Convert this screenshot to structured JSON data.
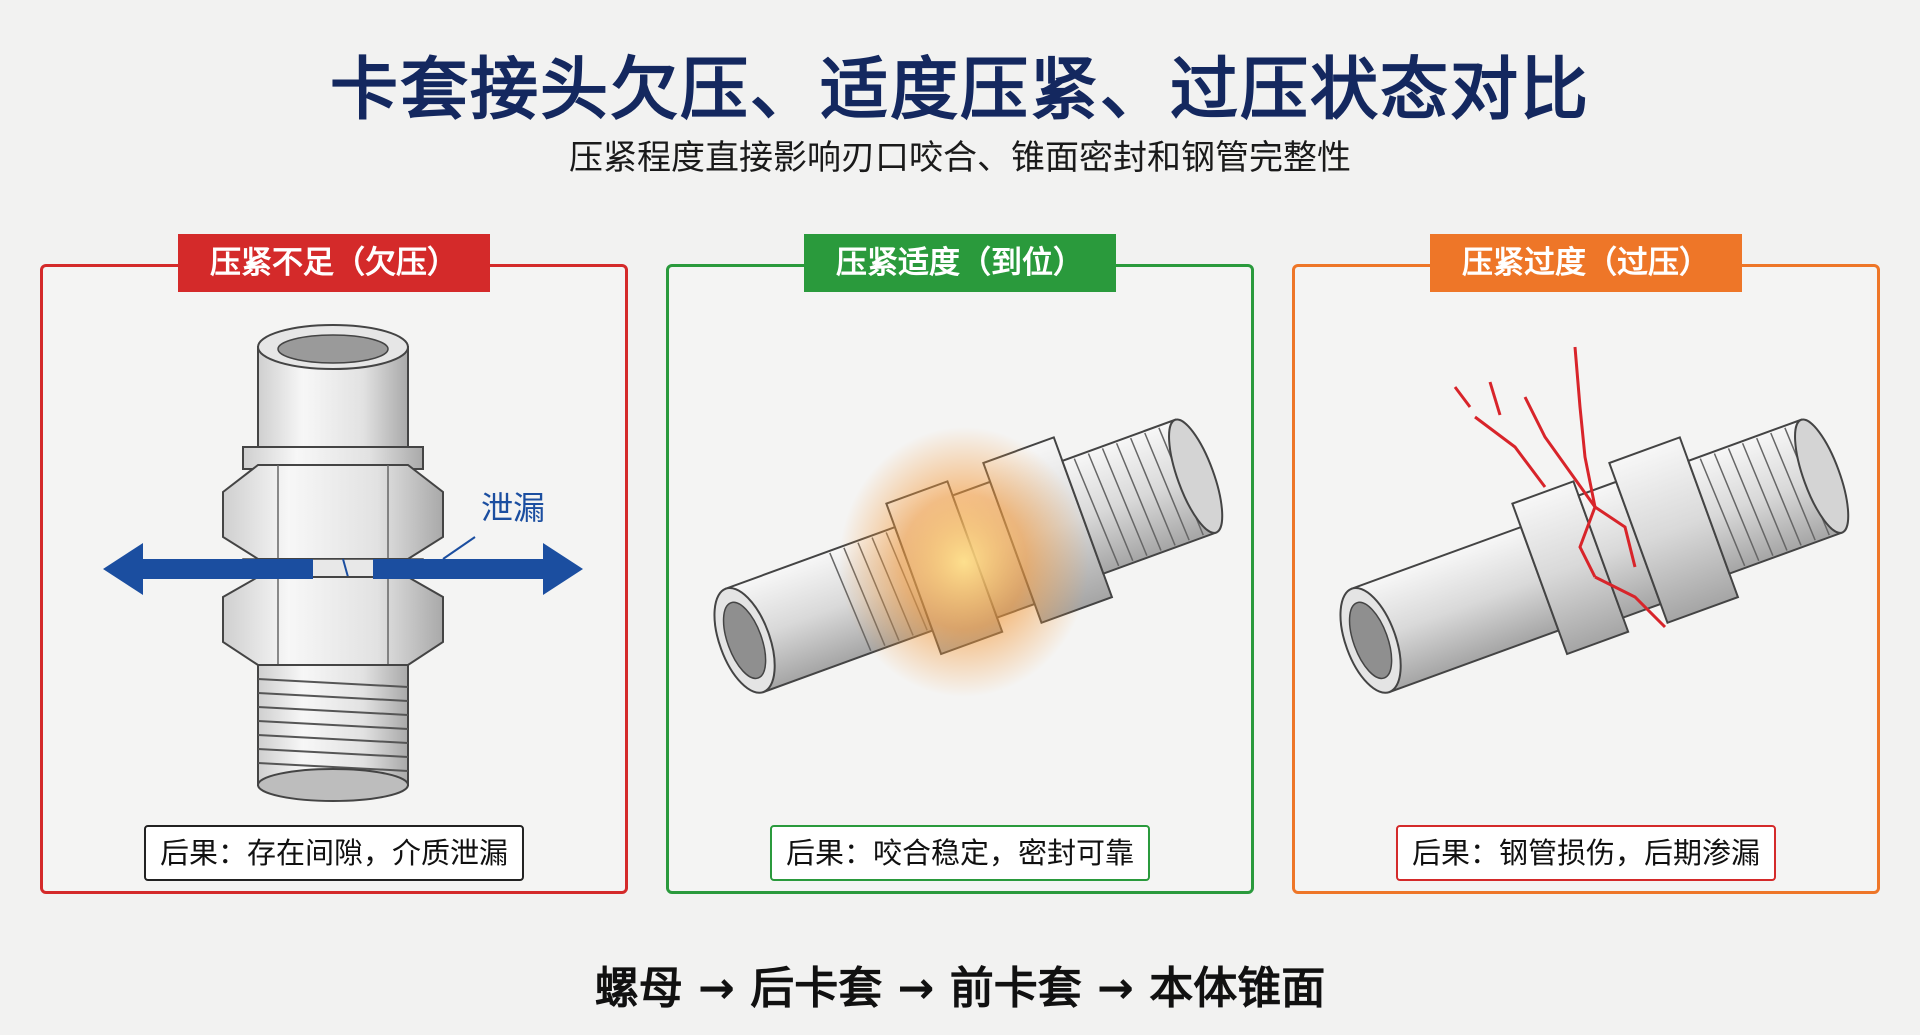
{
  "header": {
    "title": "卡套接头欠压、适度压紧、过压状态对比",
    "subtitle": "压紧程度直接影响刃口咬合、锥面密封和钢管完整性"
  },
  "panels": [
    {
      "label": "压紧不足（欠压）",
      "result": "后果：存在间隙，介质泄漏",
      "annotation": "泄漏",
      "color": "#d42a2a"
    },
    {
      "label": "压紧适度（到位）",
      "result": "后果：咬合稳定，密封可靠",
      "color": "#2a9a3c"
    },
    {
      "label": "压紧过度（过压）",
      "result": "后果：钢管损伤，后期渗漏",
      "color": "#ee7628"
    }
  ],
  "footer": {
    "sequence": "螺母 → 后卡套 → 前卡套 → 本体锥面"
  },
  "colors": {
    "title": "#14285f",
    "leak_arrow": "#1b4ea0",
    "glow": "#f39a3c",
    "crack": "#d8242a"
  }
}
